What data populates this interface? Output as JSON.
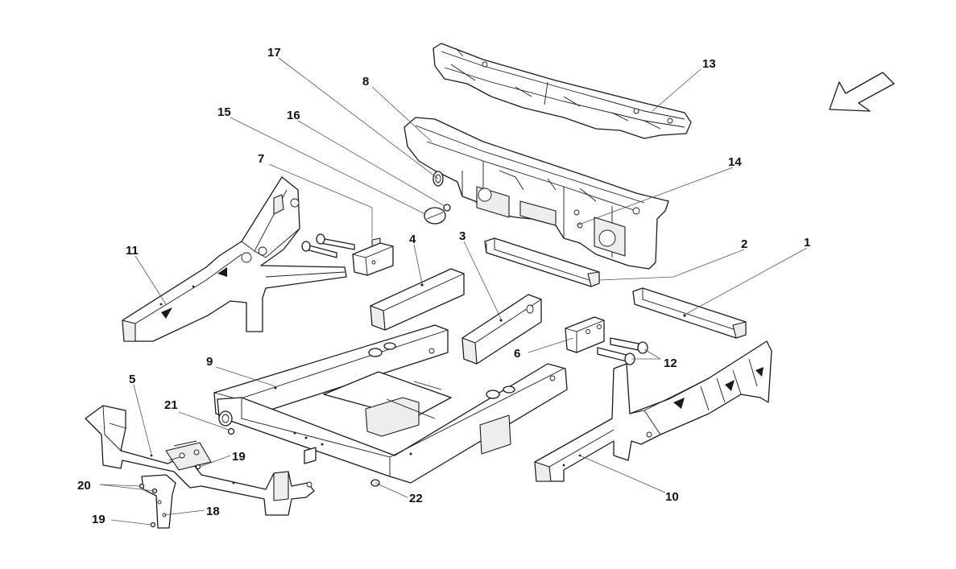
{
  "diagram": {
    "callouts": [
      {
        "id": "c1",
        "label": "1"
      },
      {
        "id": "c2",
        "label": "2"
      },
      {
        "id": "c3",
        "label": "3"
      },
      {
        "id": "c4",
        "label": "4"
      },
      {
        "id": "c5",
        "label": "5"
      },
      {
        "id": "c6",
        "label": "6"
      },
      {
        "id": "c7",
        "label": "7"
      },
      {
        "id": "c8",
        "label": "8"
      },
      {
        "id": "c9",
        "label": "9"
      },
      {
        "id": "c10",
        "label": "10"
      },
      {
        "id": "c11",
        "label": "11"
      },
      {
        "id": "c12",
        "label": "12"
      },
      {
        "id": "c13",
        "label": "13"
      },
      {
        "id": "c14",
        "label": "14"
      },
      {
        "id": "c15",
        "label": "15"
      },
      {
        "id": "c16",
        "label": "16"
      },
      {
        "id": "c17",
        "label": "17"
      },
      {
        "id": "c18",
        "label": "18"
      },
      {
        "id": "c19a",
        "label": "19"
      },
      {
        "id": "c19b",
        "label": "19"
      },
      {
        "id": "c20",
        "label": "20"
      },
      {
        "id": "c21",
        "label": "21"
      },
      {
        "id": "c22",
        "label": "22"
      }
    ],
    "direction_icon": "direction-arrow-icon"
  }
}
